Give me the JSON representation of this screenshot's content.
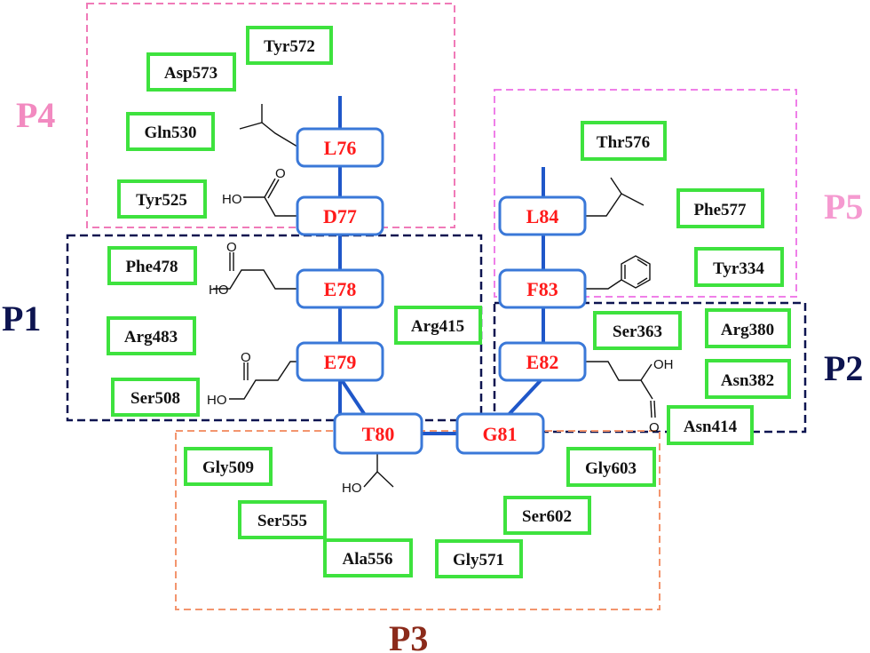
{
  "colors": {
    "backbone": "#1f57c9",
    "residue_border": "#3a78d8",
    "residue_text": "#ff1a1a",
    "aa_border": "#3ee23e",
    "P1": "#0d1450",
    "P2": "#0d1450",
    "P3": "#f3956e",
    "P3_label": "#8b2a1a",
    "P4": "#f07ab8",
    "P5": "#ef7fe8",
    "P4_label": "#f28ac0",
    "P5_label": "#f59ad0",
    "sidechain": "#111111"
  },
  "pockets": {
    "P1": "P1",
    "P2": "P2",
    "P3": "P3",
    "P4": "P4",
    "P5": "P5"
  },
  "peptide_residues": {
    "L76": "L76",
    "D77": "D77",
    "E78": "E78",
    "E79": "E79",
    "T80": "T80",
    "G81": "G81",
    "E82": "E82",
    "F83": "F83",
    "L84": "L84"
  },
  "sidechain_labels": {
    "oh": "OH",
    "ho": "HO"
  },
  "binding_residues": {
    "Tyr572": "Tyr572",
    "Asp573": "Asp573",
    "Gln530": "Gln530",
    "Tyr525": "Tyr525",
    "Phe478": "Phe478",
    "Arg483": "Arg483",
    "Ser508": "Ser508",
    "Arg415": "Arg415",
    "Thr576": "Thr576",
    "Phe577": "Phe577",
    "Tyr334": "Tyr334",
    "Ser363": "Ser363",
    "Arg380": "Arg380",
    "Asn382": "Asn382",
    "Asn414": "Asn414",
    "Gly509": "Gly509",
    "Ser555": "Ser555",
    "Ala556": "Ala556",
    "Gly603": "Gly603",
    "Ser602": "Ser602",
    "Gly571": "Gly571"
  }
}
